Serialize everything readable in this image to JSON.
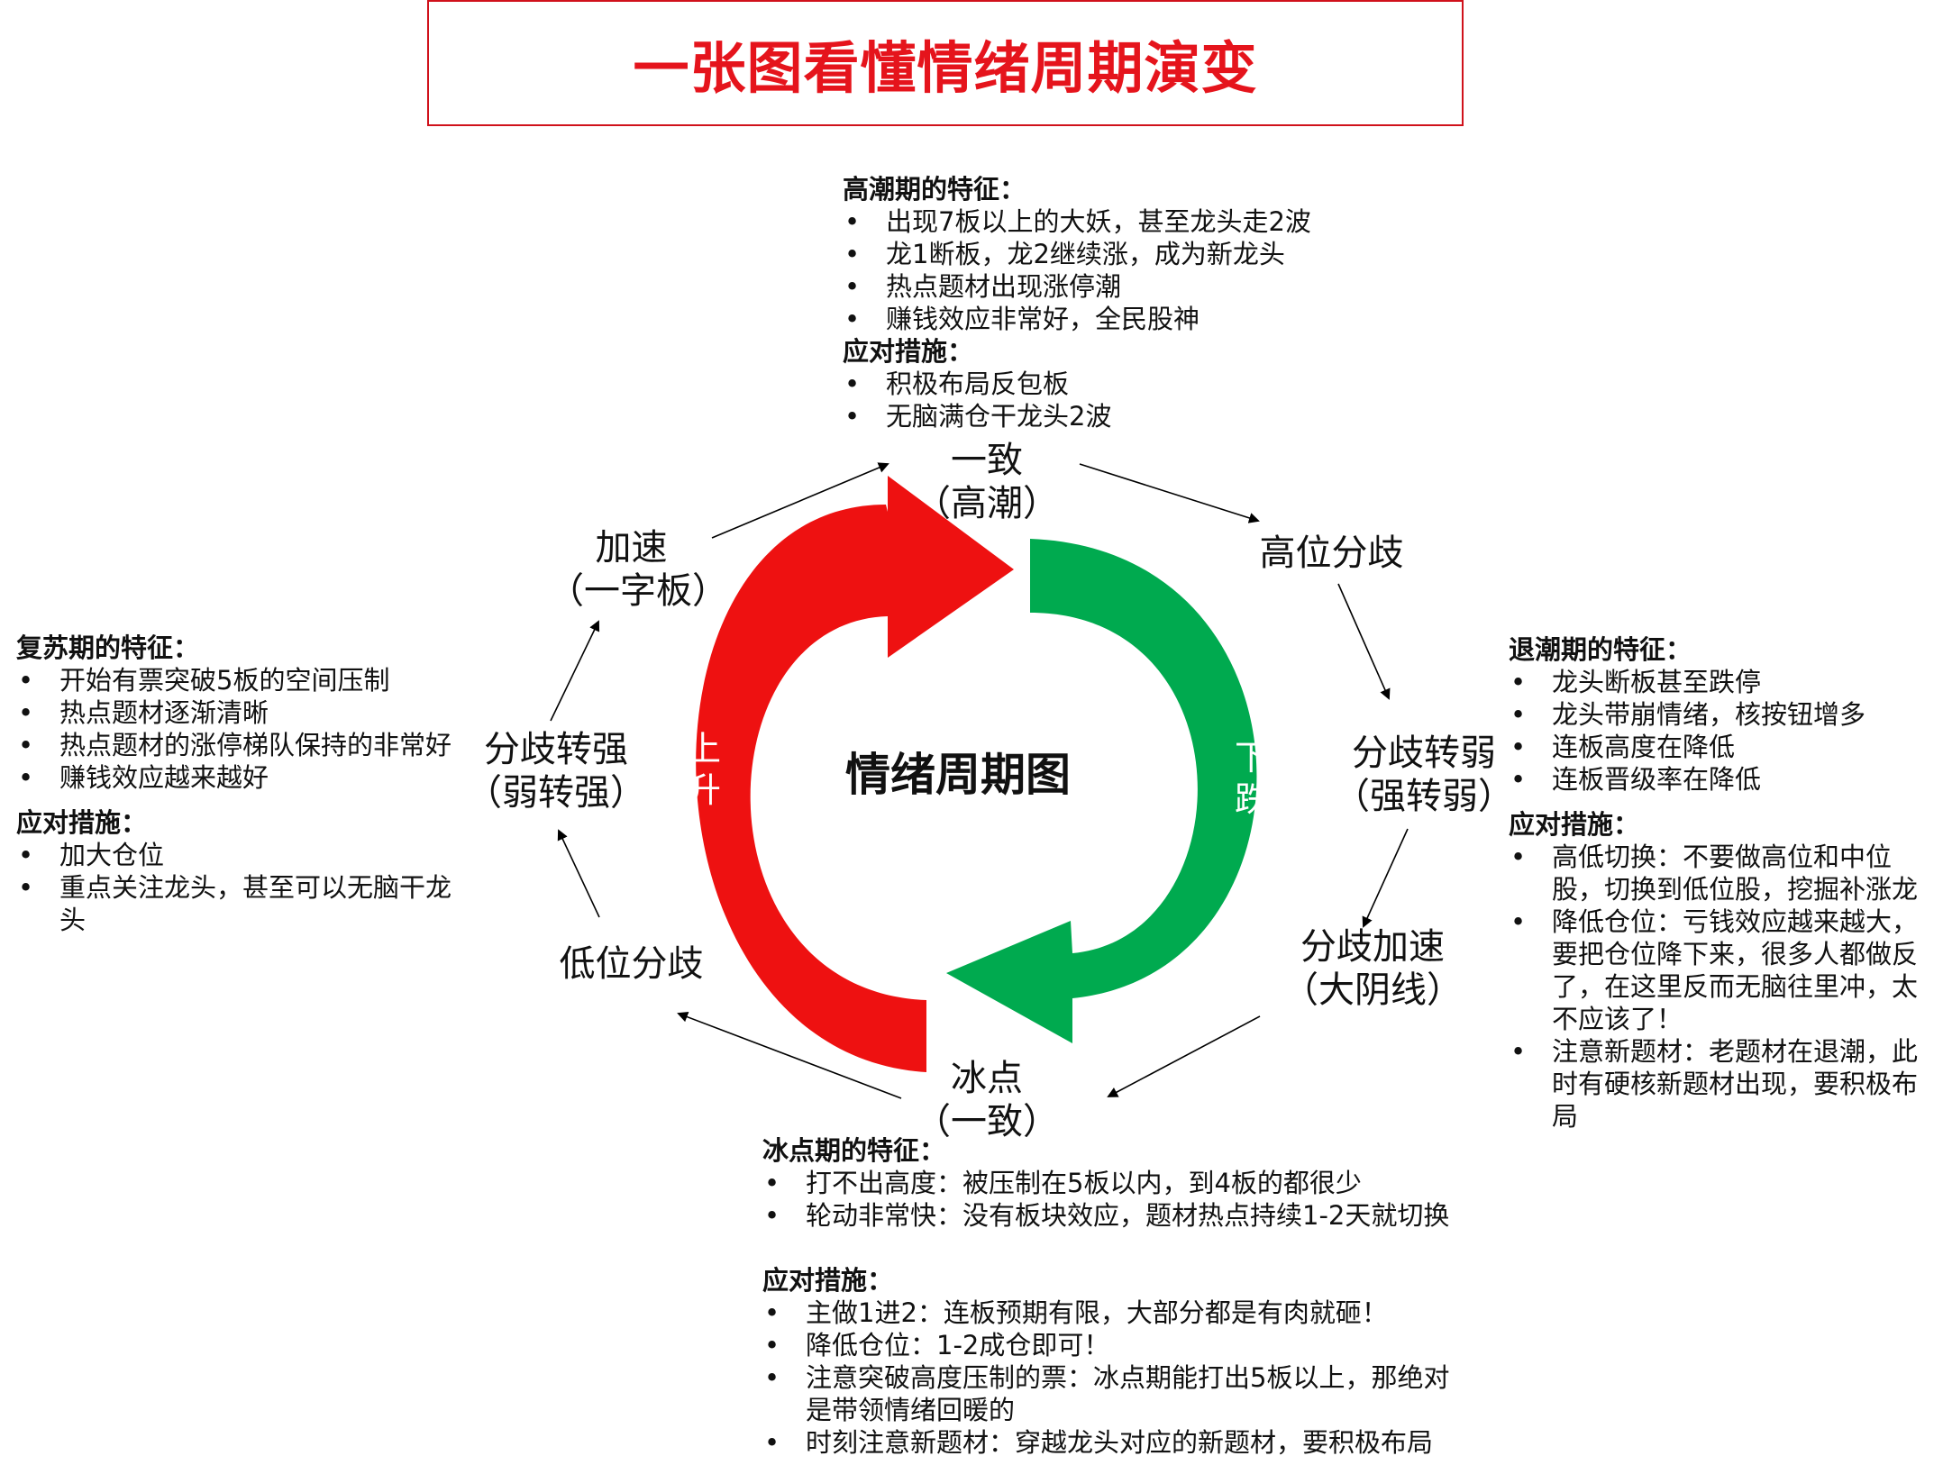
{
  "title": "一张图看懂情绪周期演变",
  "center": "情绪周期图",
  "cycle": {
    "up_label": [
      "上",
      "升"
    ],
    "down_label": [
      "下",
      "跌"
    ],
    "colors": {
      "up": "#ee1111",
      "down": "#00aa4f",
      "title": "#e5141c"
    }
  },
  "nodes": {
    "top": [
      "一致",
      "（高潮）"
    ],
    "high_diverge": [
      "高位分歧"
    ],
    "weaken": [
      "分歧转弱",
      "（强转弱）"
    ],
    "accel_diverge": [
      "分歧加速",
      "（大阴线）"
    ],
    "bottom": [
      "冰点",
      "（一致）"
    ],
    "low_diverge": [
      "低位分歧"
    ],
    "strengthen": [
      "分歧转强",
      "（弱转强）"
    ],
    "accelerate": [
      "加速",
      "（一字板）"
    ]
  },
  "panels": {
    "peak": {
      "head1": "高潮期的特征：",
      "items1": [
        "出现7板以上的大妖，甚至龙头走2波",
        "龙1断板，龙2继续涨，成为新龙头",
        "热点题材出现涨停潮",
        "赚钱效应非常好，全民股神"
      ],
      "head2": "应对措施：",
      "items2": [
        "积极布局反包板",
        "无脑满仓干龙头2波"
      ]
    },
    "recovery": {
      "head1": "复苏期的特征：",
      "items1": [
        "开始有票突破5板的空间压制",
        "热点题材逐渐清晰",
        "热点题材的涨停梯队保持的非常好",
        "赚钱效应越来越好"
      ],
      "head2": "应对措施：",
      "items2": [
        "加大仓位",
        "重点关注龙头，甚至可以无脑干龙头"
      ]
    },
    "ebb": {
      "head1": "退潮期的特征：",
      "items1": [
        "龙头断板甚至跌停",
        "龙头带崩情绪，核按钮增多",
        "连板高度在降低",
        "连板晋级率在降低"
      ],
      "head2": "应对措施：",
      "items2": [
        "高低切换：不要做高位和中位股，切换到低位股，挖掘补涨龙",
        "降低仓位：亏钱效应越来越大，要把仓位降下来，很多人都做反了，在这里反而无脑往里冲，太不应该了！",
        "注意新题材：老题材在退潮，此时有硬核新题材出现，要积极布局"
      ]
    },
    "freeze": {
      "head1": "冰点期的特征：",
      "items1": [
        "打不出高度：被压制在5板以内，到4板的都很少",
        "轮动非常快：没有板块效应，题材热点持续1-2天就切换"
      ],
      "head2": "应对措施：",
      "items2": [
        "主做1进2：连板预期有限，大部分都是有肉就砸！",
        "降低仓位：1-2成仓即可！",
        "注意突破高度压制的票：冰点期能打出5板以上，那绝对是带领情绪回暖的",
        "时刻注意新题材：穿越龙头对应的新题材，要积极布局"
      ]
    }
  }
}
